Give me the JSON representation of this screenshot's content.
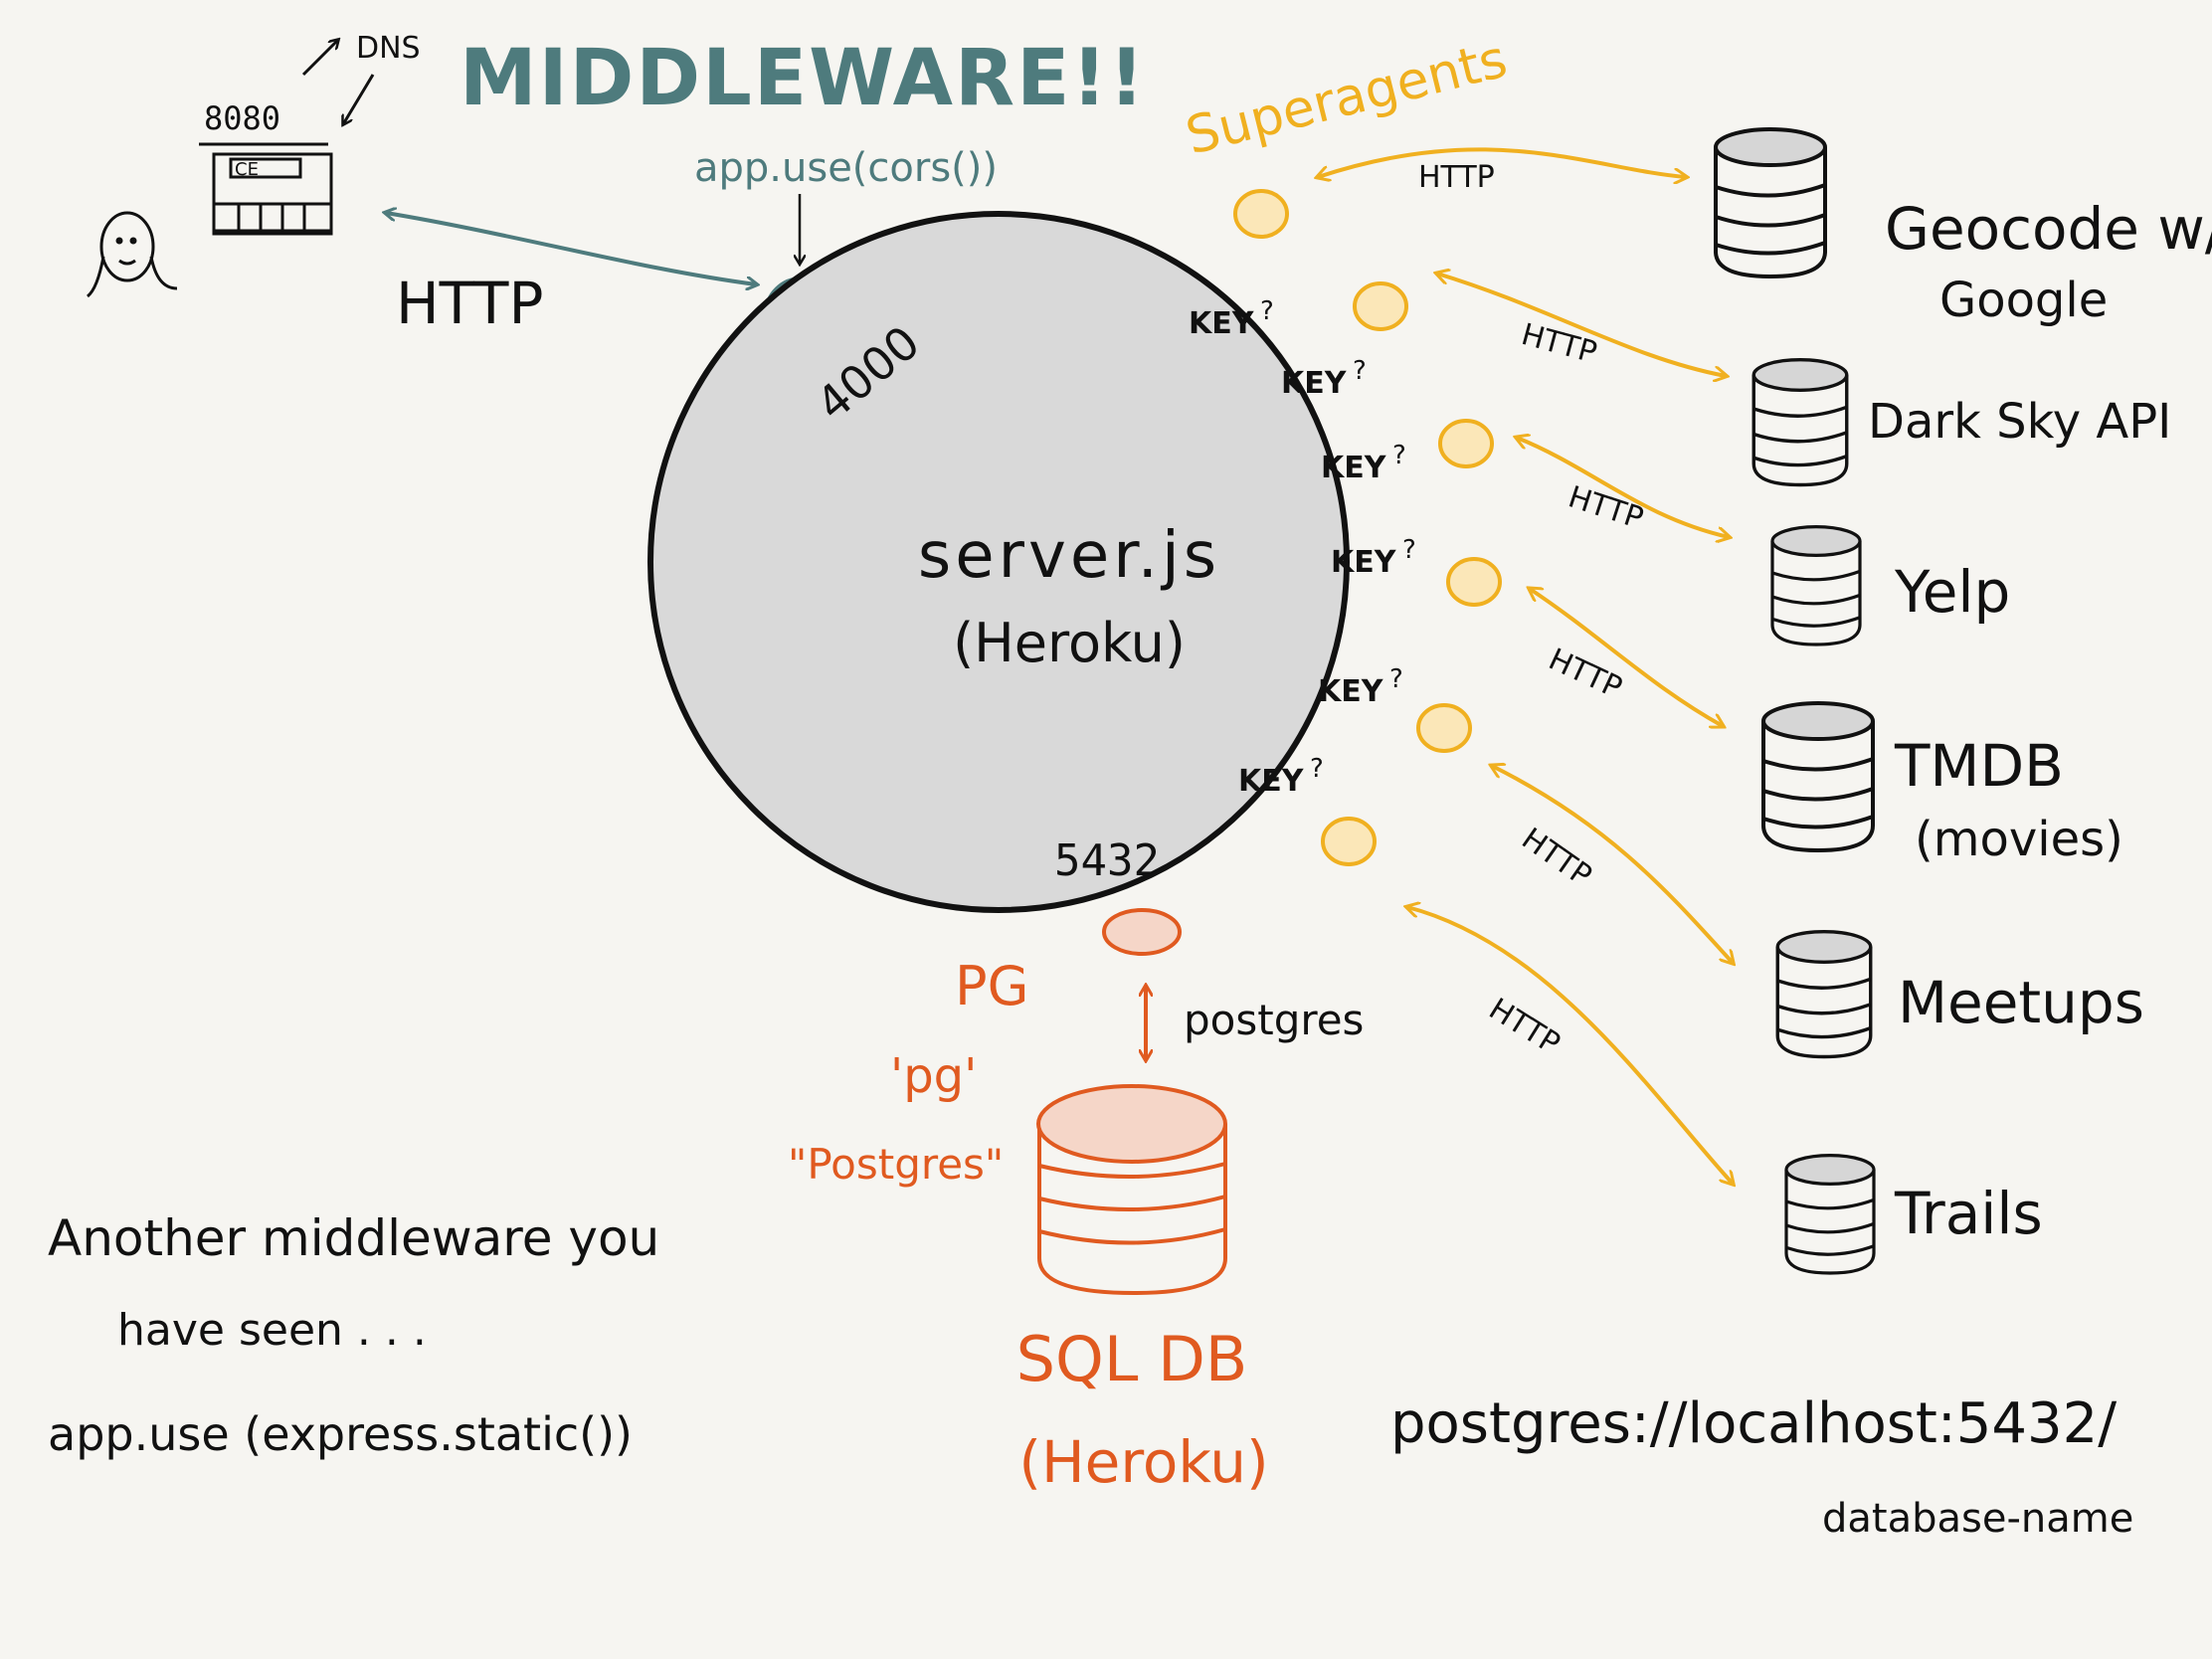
{
  "title": "MIDDLEWARE!!",
  "colors": {
    "teal": "#4e7b7d",
    "orange": "#f0b020",
    "red": "#e05a20",
    "ink": "#111111",
    "server_fill": "#d9d9d9",
    "db_fill": "#d6d6d6",
    "db_fill_red": "#f5d6c8",
    "background": "#f6f5f1"
  },
  "client": {
    "user_icon": "person-icon",
    "browser_icon": "browser-icon",
    "port_label": "8080",
    "dns_label": "DNS",
    "ce_label": "CE",
    "http_label": "HTTP"
  },
  "cors": {
    "label": "app.use(cors())"
  },
  "server": {
    "name": "server.js",
    "host": "(Heroku)",
    "port_top": "4000",
    "port_bottom": "5432",
    "key_labels": [
      "KEY",
      "KEY",
      "KEY",
      "KEY",
      "KEY",
      "KEY"
    ]
  },
  "superagents_label": "Superagents",
  "apis": [
    {
      "name": "Geocode w/",
      "sub": "Google",
      "protocol": "HTTP"
    },
    {
      "name": "Dark Sky API",
      "sub": "",
      "protocol": "HTTP"
    },
    {
      "name": "Yelp",
      "sub": "",
      "protocol": "HTTP"
    },
    {
      "name": "TMDB",
      "sub": "(movies)",
      "protocol": "HTTP"
    },
    {
      "name": "Meetups",
      "sub": "",
      "protocol": "HTTP"
    },
    {
      "name": "Trails",
      "sub": "",
      "protocol": "HTTP"
    }
  ],
  "database": {
    "pg_label": "PG",
    "pg_quote": "'pg'",
    "postgres_quote": "\"Postgres\"",
    "connection_label": "postgres",
    "name": "SQL DB",
    "host": "(Heroku)"
  },
  "notes": {
    "line1": "Another middleware you",
    "line2": "have seen . . .",
    "line3": "app.use (express.static())"
  },
  "connection_string": {
    "line1": "postgres://localhost:5432/",
    "line2": "database-name"
  }
}
